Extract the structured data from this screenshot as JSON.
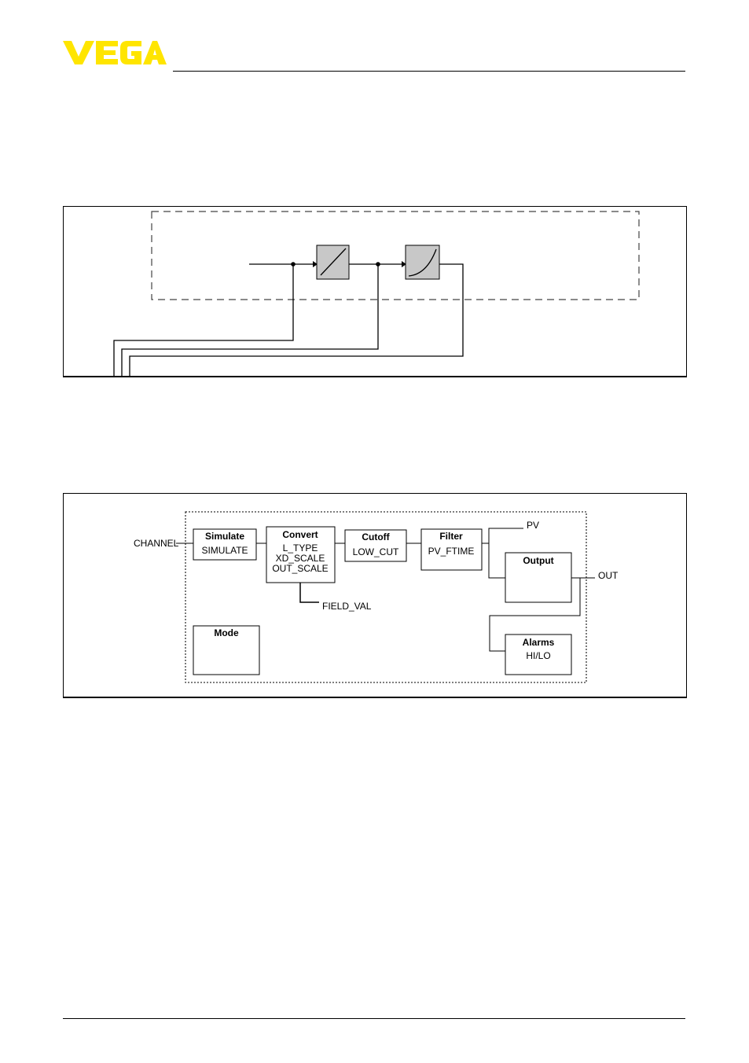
{
  "header": {
    "logo_text": "VEGA",
    "logo_color": "#FFE500"
  },
  "figure2": {
    "channel_label": "CHANNEL",
    "blocks": {
      "simulate": {
        "title": "Simulate",
        "lines": [
          "SIMULATE"
        ]
      },
      "convert": {
        "title": "Convert",
        "lines": [
          "L_TYPE",
          "XD_SCALE",
          "OUT_SCALE"
        ]
      },
      "cutoff": {
        "title": "Cutoff",
        "lines": [
          "LOW_CUT"
        ]
      },
      "filter": {
        "title": "Filter",
        "lines": [
          "PV_FTIME"
        ]
      },
      "output": {
        "title": "Output"
      },
      "alarms": {
        "title": "Alarms",
        "lines": [
          "HI/LO"
        ]
      },
      "mode": {
        "title": "Mode"
      }
    },
    "field_val_label": "FIELD_VAL",
    "pv_label": "PV",
    "out_label": "OUT"
  }
}
